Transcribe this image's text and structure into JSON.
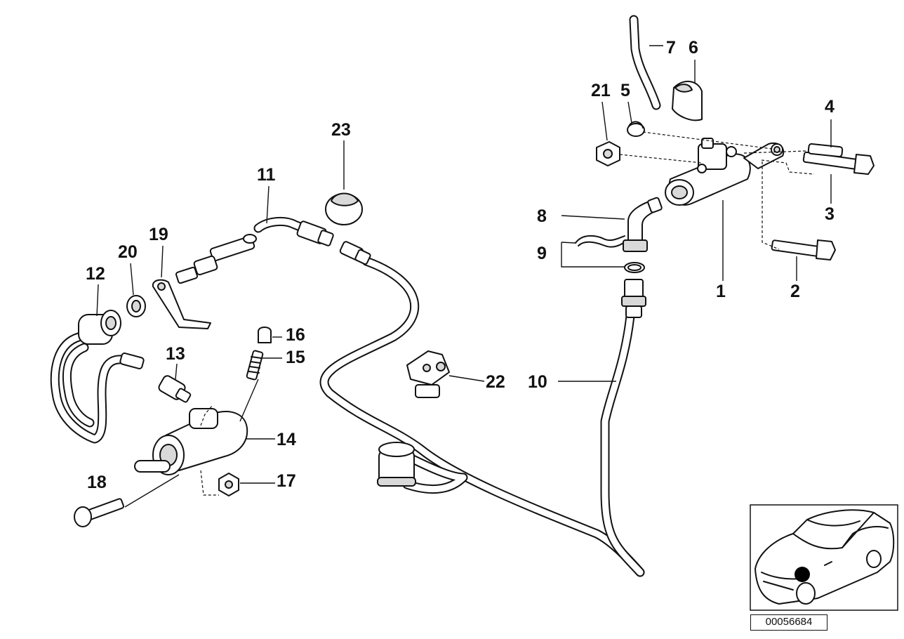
{
  "callouts": {
    "c1": "1",
    "c2": "2",
    "c3": "3",
    "c4": "4",
    "c5": "5",
    "c6": "6",
    "c7": "7",
    "c8": "8",
    "c9": "9",
    "c10": "10",
    "c11": "11",
    "c12": "12",
    "c13": "13",
    "c14": "14",
    "c15": "15",
    "c16": "16",
    "c17": "17",
    "c18": "18",
    "c19": "19",
    "c20": "20",
    "c21": "21",
    "c22": "22",
    "c23": "23"
  },
  "diagram_id": "00056684"
}
